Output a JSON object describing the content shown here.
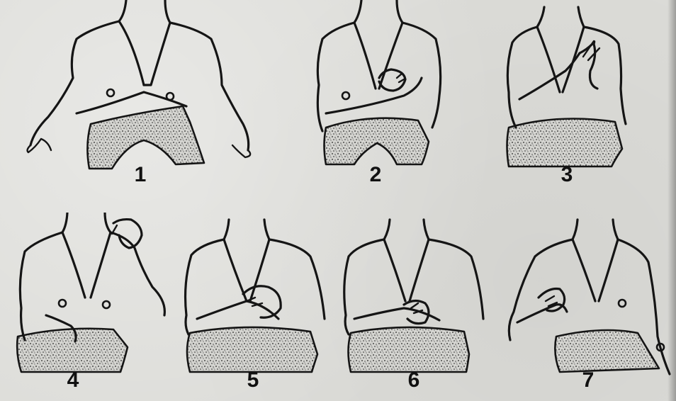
{
  "figures": [
    {
      "id": 1,
      "label": "1",
      "icon": "seated-torso-hands-on-knees-icon"
    },
    {
      "id": 2,
      "label": "2",
      "icon": "seated-torso-hand-on-chest-icon"
    },
    {
      "id": 3,
      "label": "3",
      "icon": "seated-torso-hands-raised-icon"
    },
    {
      "id": 4,
      "label": "4",
      "icon": "seated-torso-hand-to-shoulder-icon"
    },
    {
      "id": 5,
      "label": "5",
      "icon": "seated-torso-hands-clasped-icon"
    },
    {
      "id": 6,
      "label": "6",
      "icon": "seated-torso-hands-together-icon"
    },
    {
      "id": 7,
      "label": "7",
      "icon": "seated-torso-hand-at-chest-icon"
    }
  ],
  "colors": {
    "paper": "#dcdcd8",
    "ink": "#151515"
  }
}
